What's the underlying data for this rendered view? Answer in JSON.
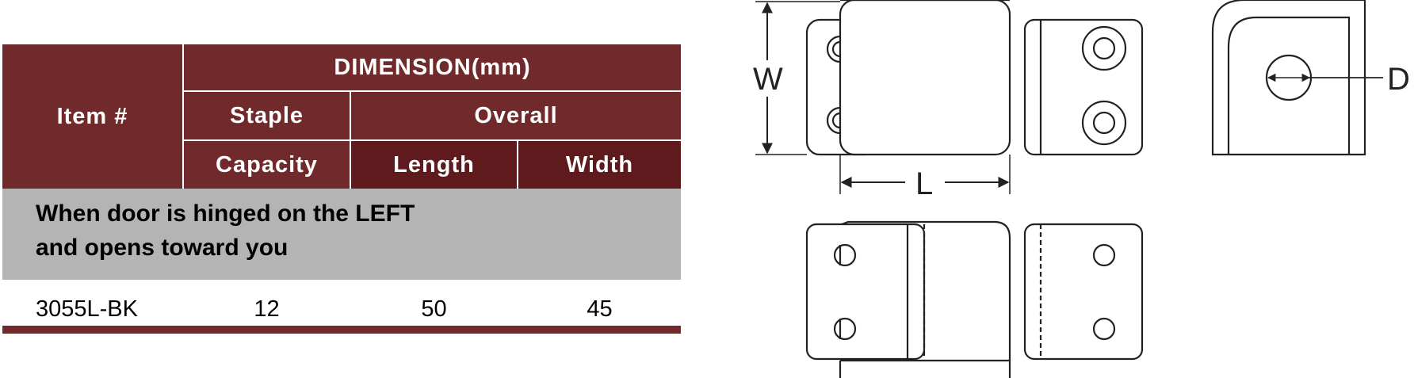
{
  "table": {
    "item_header": "Item #",
    "dimension_header": "DIMENSION(mm)",
    "staple_header": "Staple",
    "overall_header": "Overall",
    "capacity_header": "Capacity",
    "length_header": "Length",
    "width_header": "Width",
    "note": "When door is hinged on the LEFT\nand opens toward you",
    "rows": [
      {
        "item": "3055L-BK",
        "capacity": "12",
        "length": "50",
        "width": "45"
      }
    ],
    "colors": {
      "header": "#712a2b",
      "header_dark": "#5e1a1c",
      "band": "#b4b4b4"
    }
  },
  "drawing": {
    "label_w": "W",
    "label_l": "L",
    "label_d": "D"
  }
}
